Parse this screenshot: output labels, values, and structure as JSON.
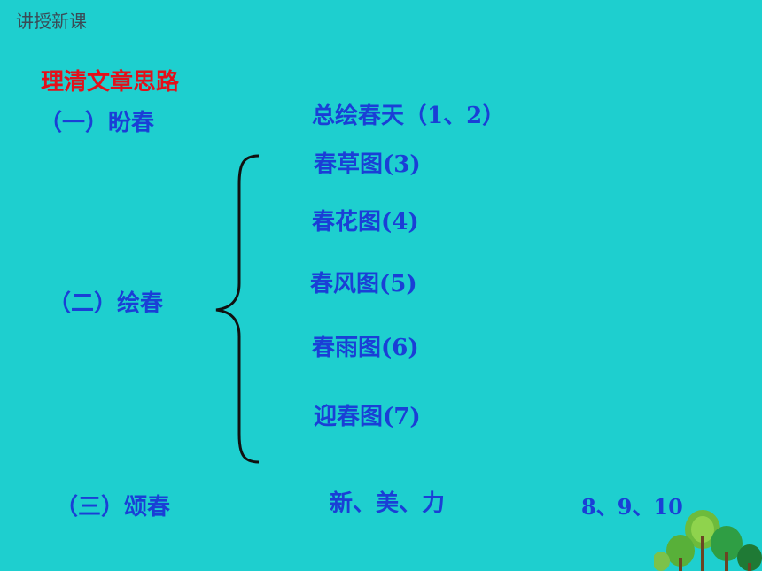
{
  "header": "讲授新课",
  "title": "理清文章思路",
  "sections": [
    {
      "label": "（一）盼春",
      "content": "总绘春天（1、2）"
    },
    {
      "label": "（二）绘春",
      "items": [
        "春草图(3)",
        "春花图(4)",
        "春风图(5)",
        "春雨图(6)",
        "迎春图(7)"
      ]
    },
    {
      "label": "（三）颂春",
      "content": "新、美、力",
      "paragraphs": "8、9、10"
    }
  ],
  "colors": {
    "background": "#1ecfcf",
    "title": "#e3101a",
    "text": "#1a3fd6"
  },
  "decoration": "trees-illustration"
}
